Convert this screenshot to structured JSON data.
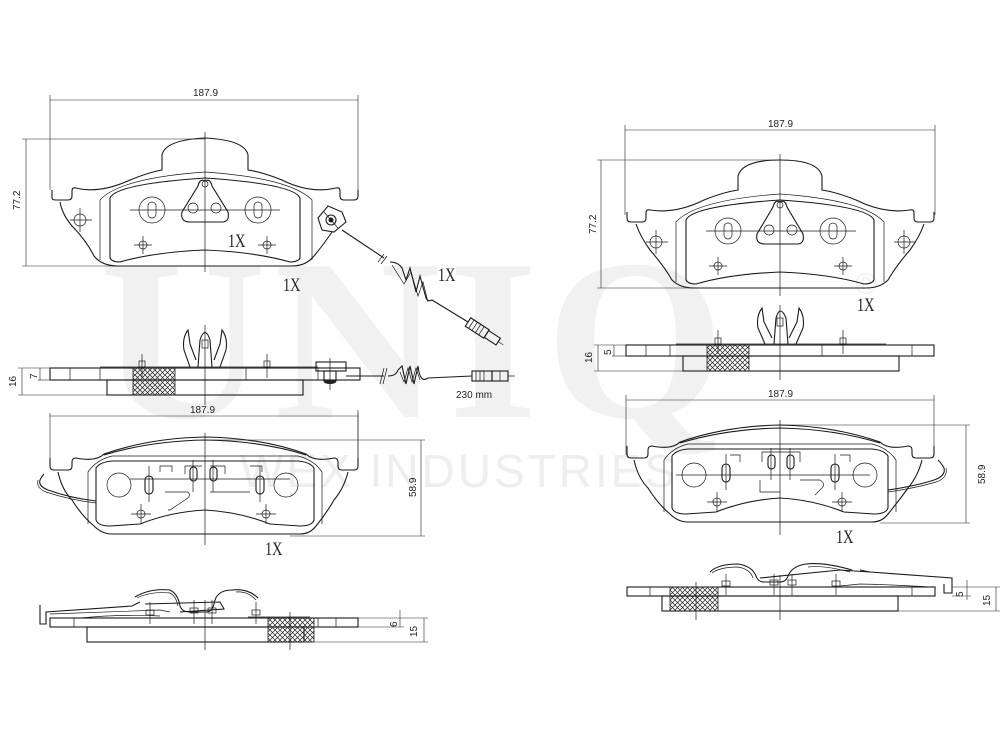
{
  "watermark": {
    "brand": "UNIQ",
    "registered": "®",
    "company": "WEX INDUSTRIES",
    "color": "#f1f1f1"
  },
  "drawings": {
    "top_left_face": {
      "width_dim": "187.9",
      "height_dim": "77.2",
      "qty_inner": "1X",
      "qty_outer": "1X"
    },
    "wear_sensor": {
      "qty": "1X",
      "length": "230 mm"
    },
    "top_left_side": {
      "total_thickness": "16",
      "plate_thickness": "7",
      "width_dim": "187.9"
    },
    "top_right_face": {
      "width_dim": "187.9",
      "height_dim": "77.2",
      "qty": "1X"
    },
    "top_right_side": {
      "total_thickness": "16",
      "plate_thickness": "5"
    },
    "bottom_left_face": {
      "width_dim": "187.9",
      "height_dim": "58.9",
      "qty": "1X"
    },
    "bottom_left_side": {
      "plate_thickness": "6",
      "total_thickness": "15"
    },
    "bottom_right_face": {
      "width_dim": "187.9",
      "height_dim": "58.9",
      "qty": "1X"
    },
    "bottom_right_side": {
      "plate_thickness": "5",
      "total_thickness": "15"
    }
  }
}
